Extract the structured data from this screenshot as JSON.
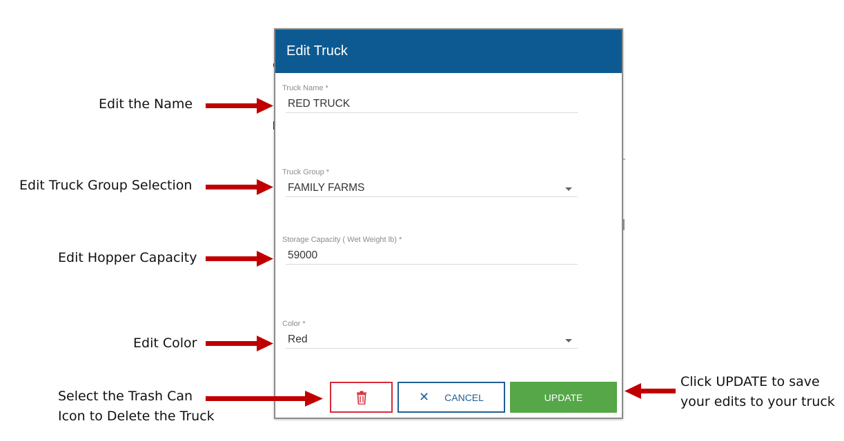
{
  "dialog": {
    "title": "Edit Truck"
  },
  "fields": {
    "truck_name": {
      "label": "Truck Name *",
      "value": "RED TRUCK"
    },
    "truck_group": {
      "label": "Truck Group *",
      "value": "FAMILY FARMS"
    },
    "storage_capacity": {
      "label": "Storage Capacity ( Wet Weight lb) *",
      "value": "59000"
    },
    "color": {
      "label": "Color *",
      "value": "Red"
    }
  },
  "buttons": {
    "delete_icon": "trash-can-icon",
    "cancel_label": "CANCEL",
    "update_label": "UPDATE"
  },
  "annotations": {
    "name": "Edit the Name",
    "group": "Edit Truck Group Selection",
    "capacity": "Edit Hopper Capacity",
    "color": "Edit Color",
    "delete_line1": "Select the Trash Can",
    "delete_line2": "Icon to Delete the Truck",
    "update_line1": "Click UPDATE to save",
    "update_line2": "your edits to your truck"
  },
  "colors": {
    "header": "#0d5a92",
    "update": "#55a748",
    "delete_border": "#d32a37",
    "cancel_border": "#1f5f93",
    "arrow": "#c00000"
  }
}
